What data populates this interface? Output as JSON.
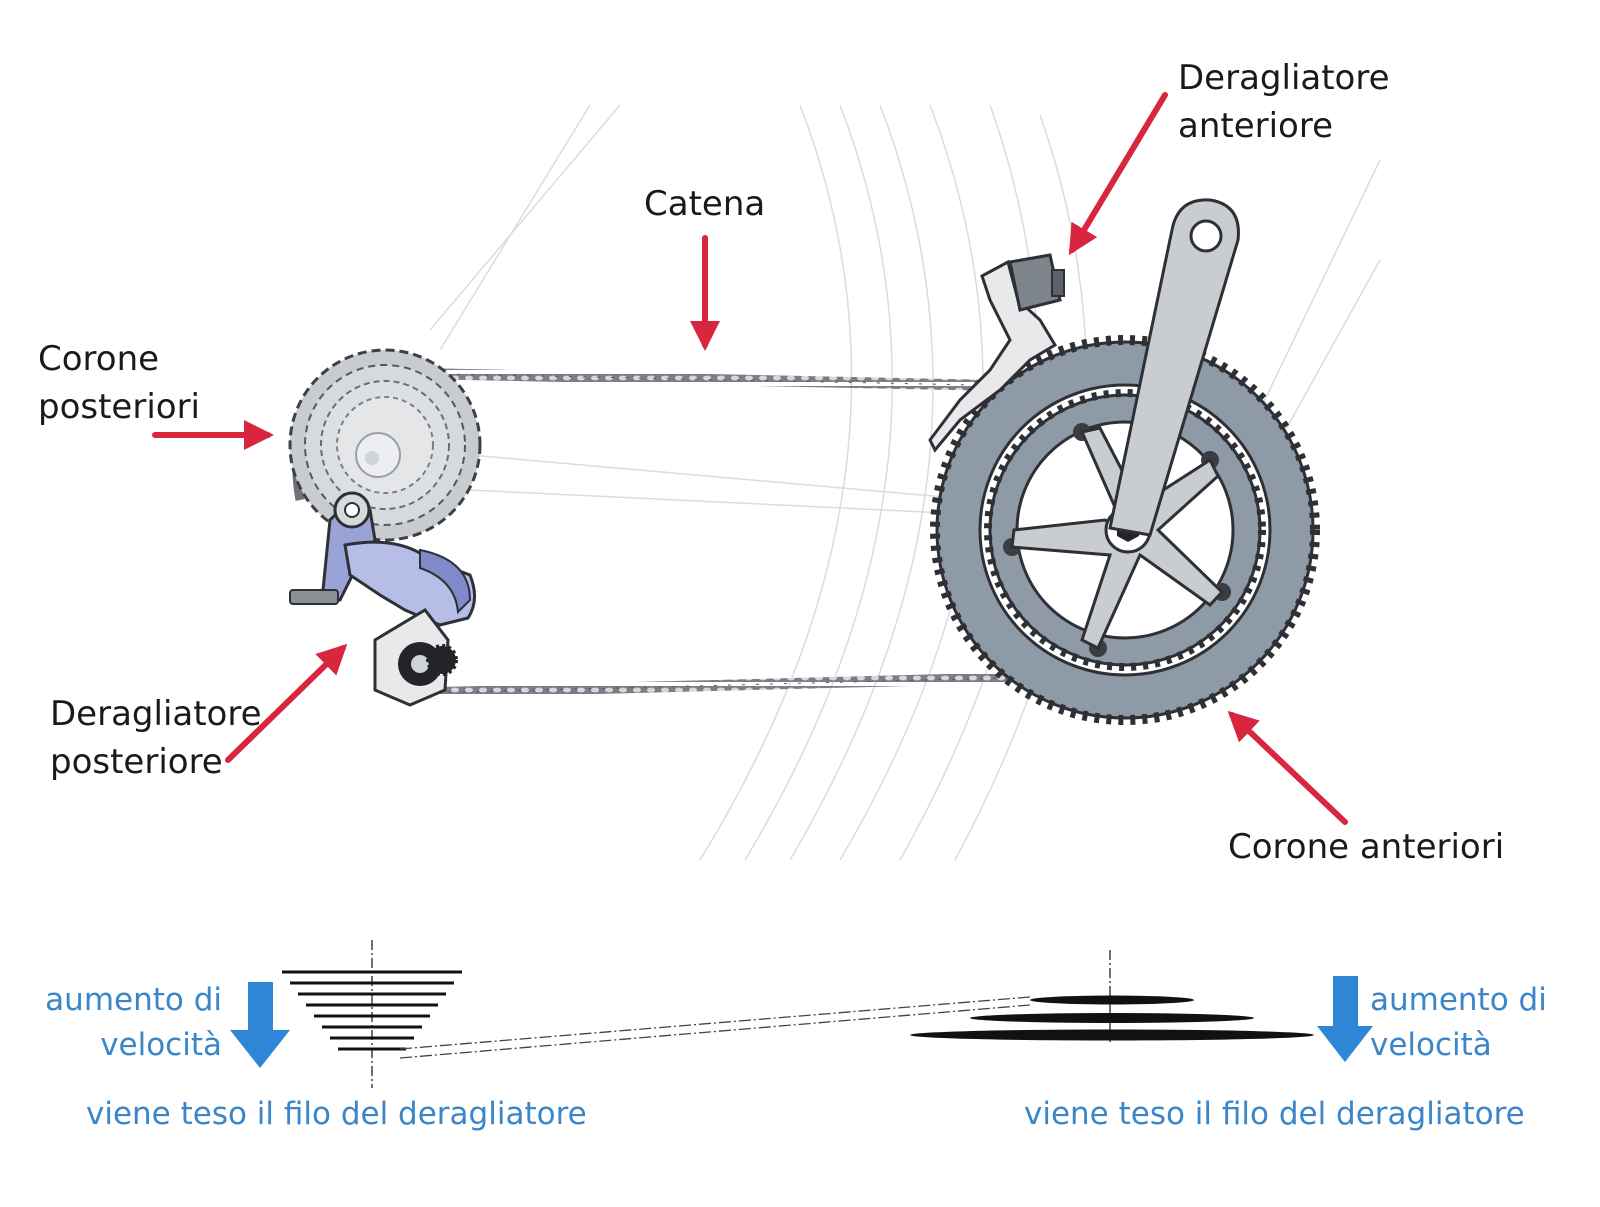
{
  "labels": {
    "front_derailleur": [
      "Deragliatore",
      "anteriore"
    ],
    "chain": "Catena",
    "rear_sprockets": [
      "Corone",
      "posteriori"
    ],
    "rear_derailleur": [
      "Deragliatore",
      "posteriore"
    ],
    "front_chainrings": "Corone anteriori"
  },
  "legend": {
    "left": {
      "speed_increase": [
        "aumento di",
        "velocità"
      ],
      "cable_note": "viene teso il filo del deragliatore"
    },
    "right": {
      "speed_increase": [
        "aumento di",
        "velocità"
      ],
      "cable_note": "viene teso il filo del deragliatore"
    }
  },
  "colors": {
    "callout_arrow": "#d7263d",
    "speed_arrow": "#2f86d6",
    "legend_text": "#3a86c8",
    "chainring": "#8e9aa6",
    "metal": "#c9cdd2",
    "derailleur_accent": "#8f9bd6"
  },
  "icons": [
    "callout-arrow-icon",
    "speed-down-arrow-icon"
  ]
}
